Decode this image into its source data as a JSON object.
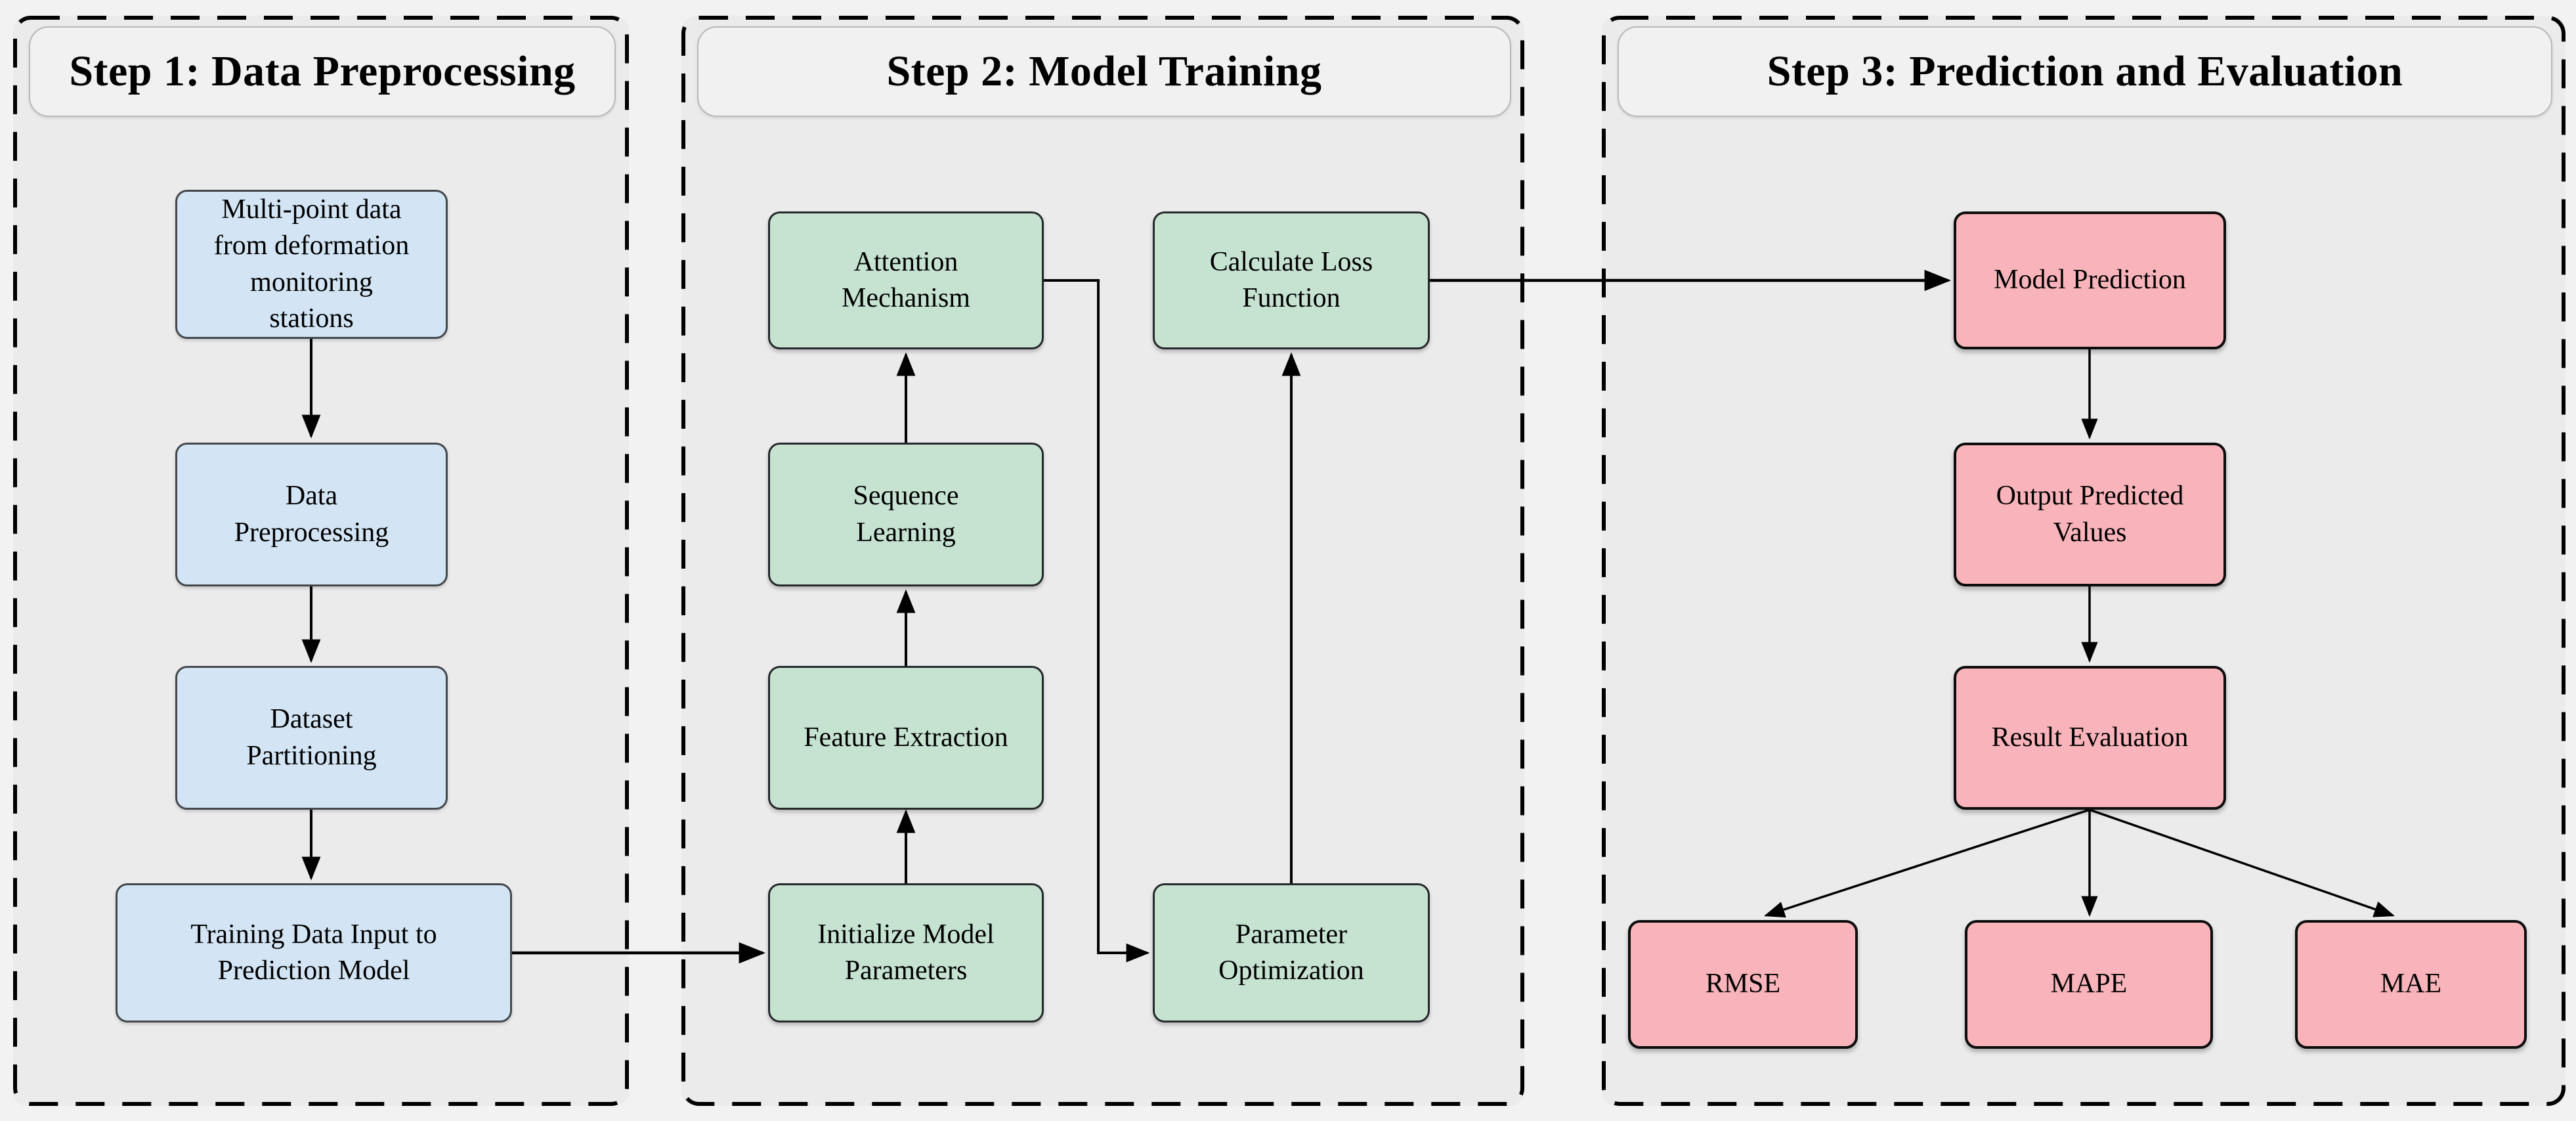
{
  "figure": {
    "panels": [
      {
        "title": "Step 1: Data Preprocessing",
        "boxes": [
          {
            "label": "Multi-point data from deformation monitoring stations"
          },
          {
            "label": "Data Preprocessing"
          },
          {
            "label": "Dataset Partitioning"
          },
          {
            "label": "Training Data Input to Prediction Model"
          }
        ]
      },
      {
        "title": "Step 2: Model Training",
        "boxes": [
          {
            "label": "Attention Mechanism"
          },
          {
            "label": "Sequence Learning"
          },
          {
            "label": "Feature Extraction"
          },
          {
            "label": "Initialize Model Parameters"
          },
          {
            "label": "Calculate Loss Function"
          },
          {
            "label": "Parameter Optimization"
          }
        ]
      },
      {
        "title": "Step 3: Prediction and Evaluation",
        "boxes": [
          {
            "label": "Model Prediction"
          },
          {
            "label": "Output Predicted Values"
          },
          {
            "label": "Result Evaluation"
          },
          {
            "label": "RMSE"
          },
          {
            "label": "MAPE"
          },
          {
            "label": "MAE"
          }
        ]
      }
    ],
    "colors": {
      "step1_box_fill": "#d3e5f4",
      "step2_box_fill": "#c6e3d2",
      "step3_box_fill": "#f8b4ba",
      "panel_fill": "#ebebeb",
      "page_background": "#f2f2f2",
      "header_pill_fill": "#f1f1f1",
      "arrow": "#000000"
    }
  }
}
